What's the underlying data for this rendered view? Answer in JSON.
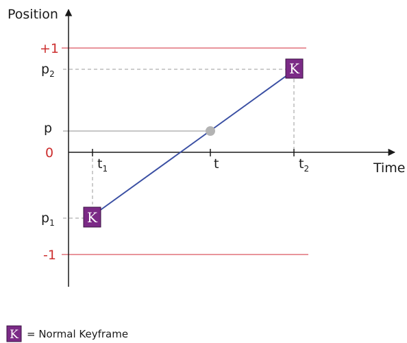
{
  "axes": {
    "y_label": "Position",
    "x_label": "Time"
  },
  "y_marks": {
    "plus_one": "+1",
    "zero": "0",
    "minus_one": "-1",
    "p2_main": "p",
    "p2_sub": "2",
    "p_main": "p",
    "p1_main": "p",
    "p1_sub": "1"
  },
  "x_marks": {
    "t1_main": "t",
    "t1_sub": "1",
    "t_main": "t",
    "t2_main": "t",
    "t2_sub": "2"
  },
  "keyframe": {
    "letter": "K"
  },
  "legend": {
    "letter": "K",
    "text": "= Normal Keyframe"
  },
  "colors": {
    "limit_line": "#e0707a",
    "limit_text": "#cc2e2e",
    "interp_line": "#3a4fa3",
    "keyframe_fill": "#7b2a86",
    "point": "#b3b3b3",
    "guide": "#9a9a9a"
  }
}
